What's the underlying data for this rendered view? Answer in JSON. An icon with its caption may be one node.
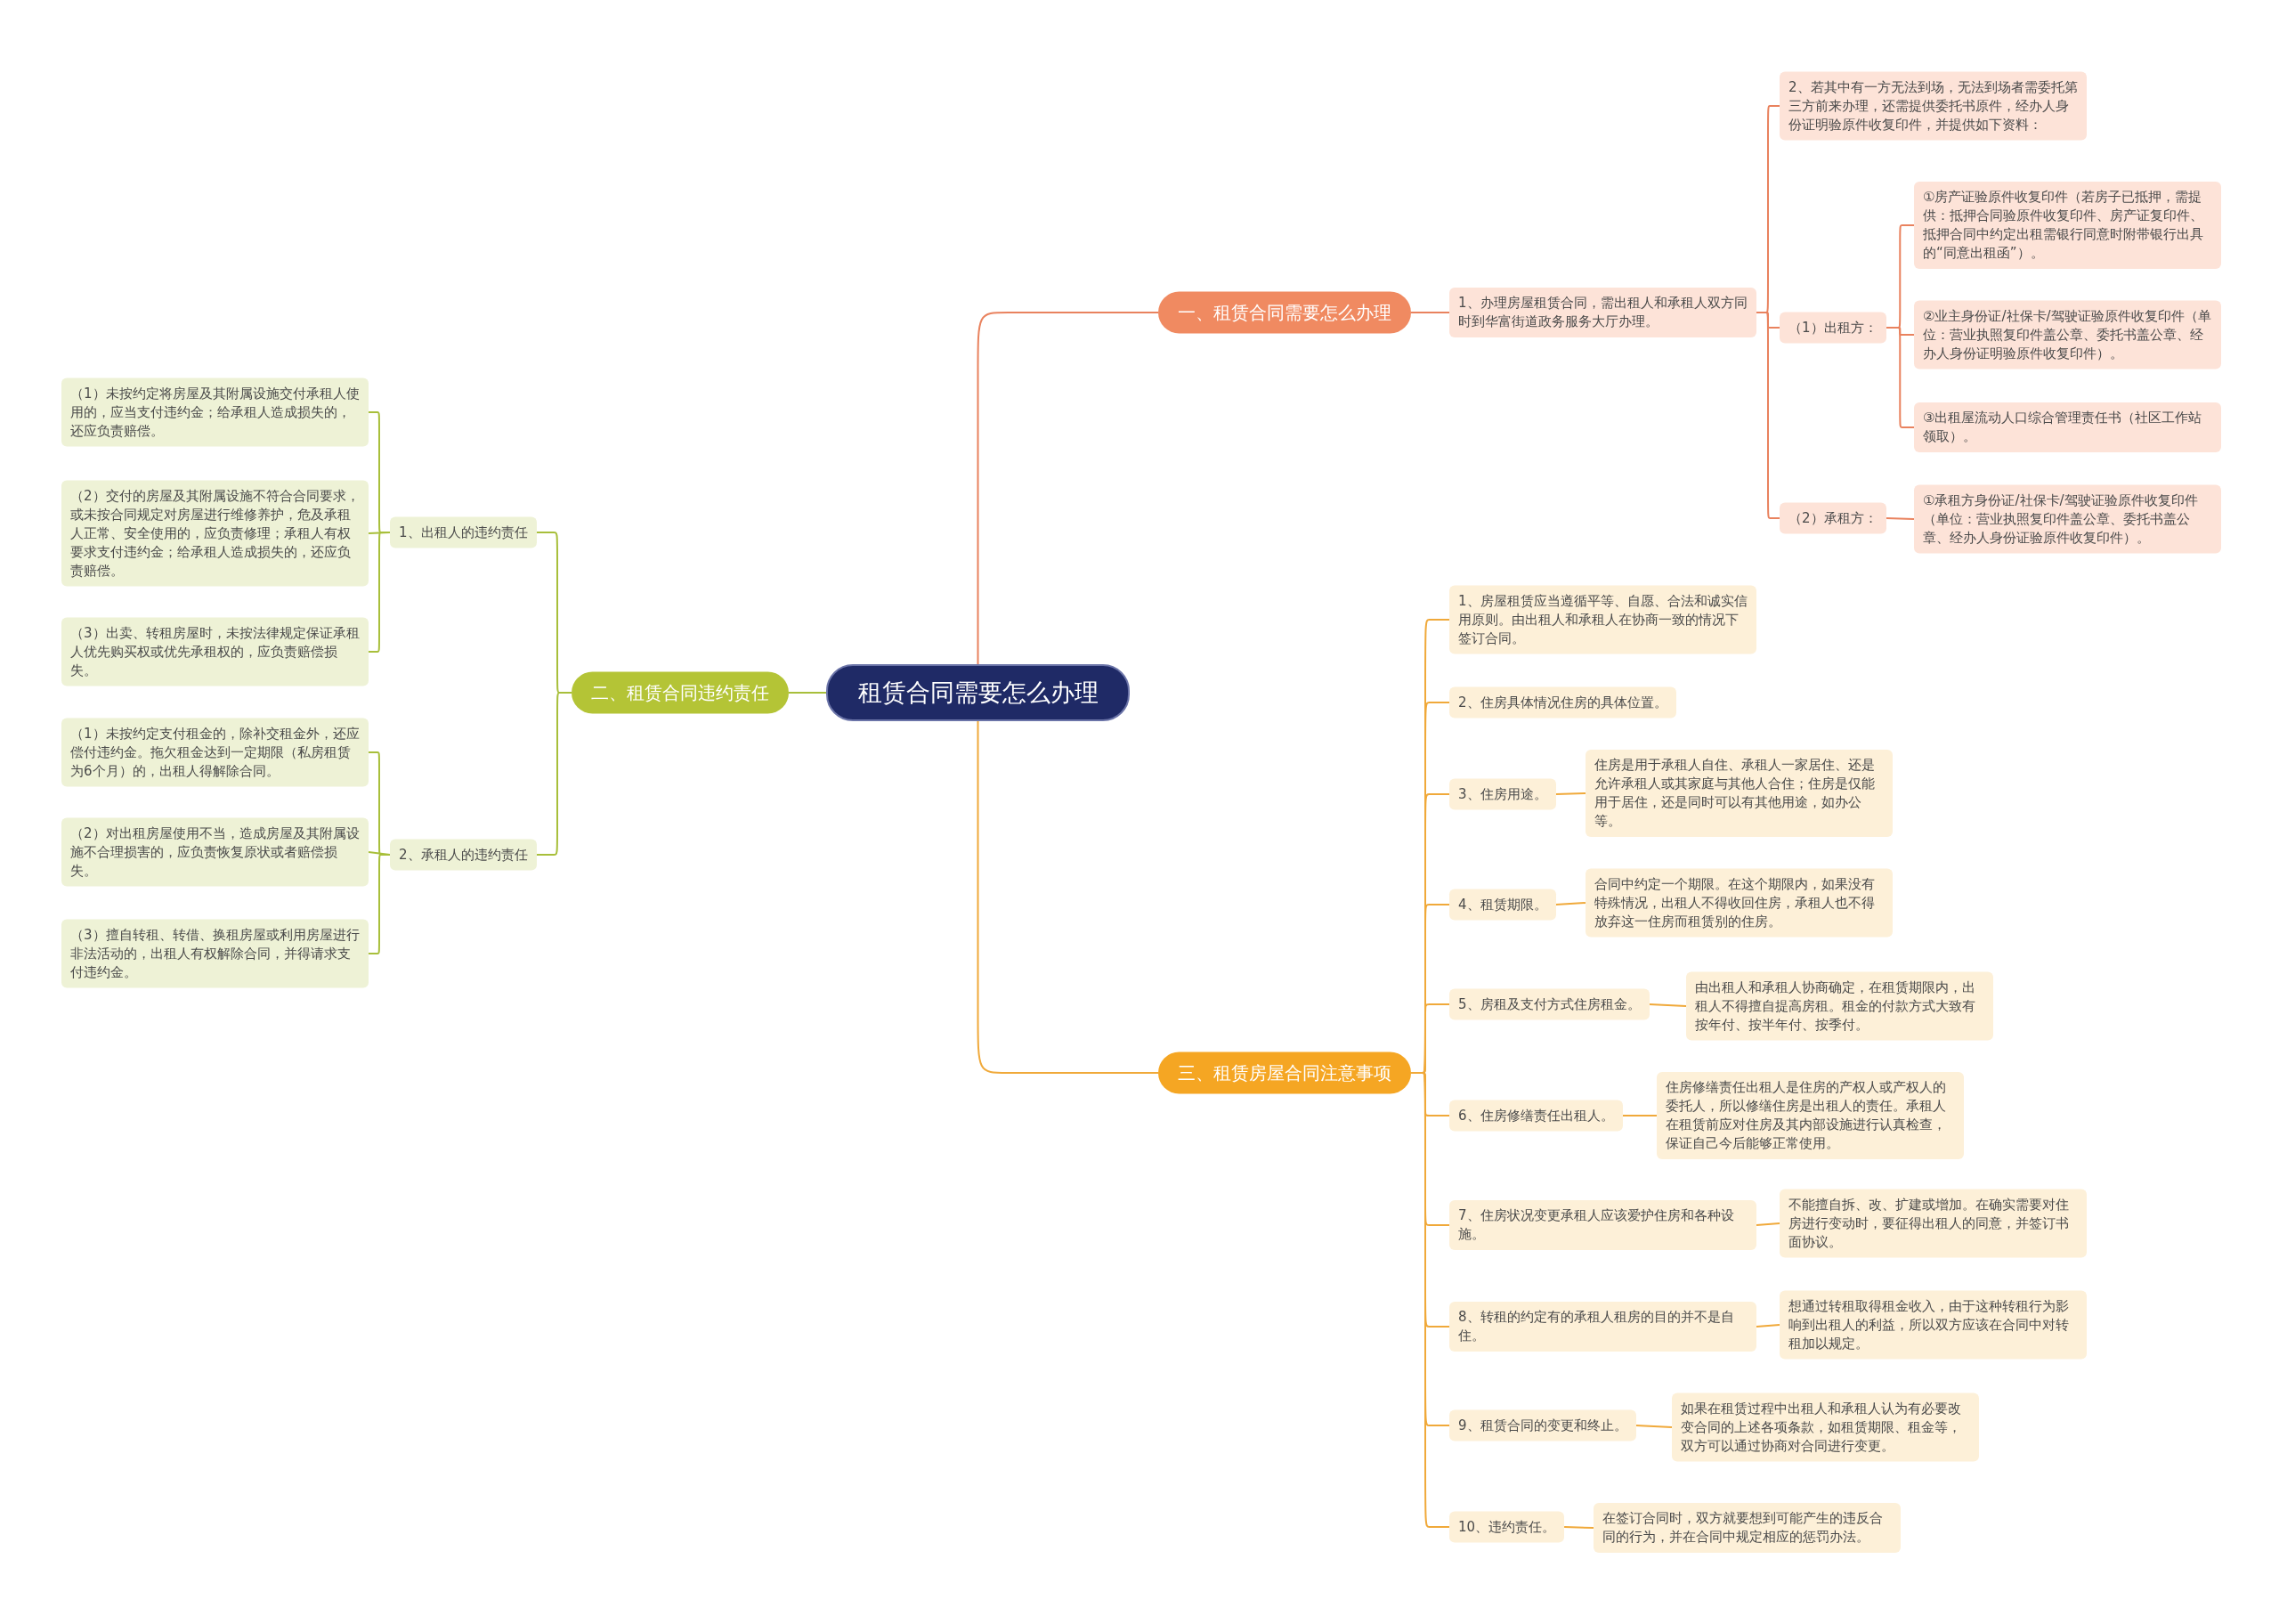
{
  "diagram": {
    "nodes": [
      {
        "text": [
          "租赁合同需要怎么办理"
        ]
      },
      {
        "text": [
          "一、租赁合同需要怎么办理"
        ]
      },
      {
        "text": [
          "1、办理房屋租赁合同，需出租人和承租人双方同时到华富街道政务服务大厅办理。"
        ]
      },
      {
        "text": [
          "2、若其中有一方无法到场，无法到场者需委托第三方前来办理，还需提供委托书原件，经办人身份证明验原件收复印件，并提供如下资料："
        ]
      },
      {
        "text": [
          "（1）出租方："
        ]
      },
      {
        "text": [
          "①房产证验原件收复印件（若房子已抵押，需提供：抵押合同验原件收复印件、房产证复印件、抵押合同中约定出租需银行同意时附带银行出具的“同意出租函”）。"
        ]
      },
      {
        "text": [
          "②业主身份证/社保卡/驾驶证验原件收复印件（单位：营业执照复印件盖公章、委托书盖公章、经办人身份证明验原件收复印件）。"
        ]
      },
      {
        "text": [
          "③出租屋流动人口综合管理责任书（社区工作站领取）。"
        ]
      },
      {
        "text": [
          "（2）承租方："
        ]
      },
      {
        "text": [
          "①承租方身份证/社保卡/驾驶证验原件收复印件（单位：营业执照复印件盖公章、委托书盖公章、经办人身份证验原件收复印件）。"
        ]
      },
      {
        "text": [
          "二、租赁合同违约责任"
        ]
      },
      {
        "text": [
          "1、出租人的违约责任"
        ]
      },
      {
        "text": [
          "（1）未按约定将房屋及其附属设施交付承租人使用的，应当支付违约金；给承租人造成损失的，还应负责赔偿。"
        ]
      },
      {
        "text": [
          "（2）交付的房屋及其附属设施不符合合同要求，或未按合同规定对房屋进行维修养护，危及承租人正常、安全使用的，应负责修理；承租人有权要求支付违约金；给承租人造成损失的，还应负责赔偿。"
        ]
      },
      {
        "text": [
          "（3）出卖、转租房屋时，未按法律规定保证承租人优先购买权或优先承租权的，应负责赔偿损失。"
        ]
      },
      {
        "text": [
          "2、承租人的违约责任"
        ]
      },
      {
        "text": [
          "（1）未按约定支付租金的，除补交租金外，还应偿付违约金。拖欠租金达到一定期限（私房租赁为6个月）的，出租人得解除合同。"
        ]
      },
      {
        "text": [
          "（2）对出租房屋使用不当，造成房屋及其附属设施不合理损害的，应负责恢复原状或者赔偿损失。"
        ]
      },
      {
        "text": [
          "（3）擅自转租、转借、换租房屋或利用房屋进行非法活动的，出租人有权解除合同，并得请求支付违约金。"
        ]
      },
      {
        "text": [
          "三、租赁房屋合同注意事项"
        ]
      },
      {
        "text": [
          "1、房屋租赁应当遵循平等、自愿、合法和诚实信用原则。由出租人和承租人在协商一致的情况下签订合同。"
        ]
      },
      {
        "text": [
          "2、住房具体情况住房的具体位置。"
        ]
      },
      {
        "text": [
          "3、住房用途。"
        ]
      },
      {
        "text": [
          "住房是用于承租人自住、承租人一家居住、还是允许承租人或其家庭与其他人合住；住房是仅能用于居住，还是同时可以有其他用途，如办公等。"
        ]
      },
      {
        "text": [
          "4、租赁期限。"
        ]
      },
      {
        "text": [
          "合同中约定一个期限。在这个期限内，如果没有特殊情况，出租人不得收回住房，承租人也不得放弃这一住房而租赁别的住房。"
        ]
      },
      {
        "text": [
          "5、房租及支付方式住房租金。"
        ]
      },
      {
        "text": [
          "由出租人和承租人协商确定，在租赁期限内，出租人不得擅自提高房租。租金的付款方式大致有按年付、按半年付、按季付。"
        ]
      },
      {
        "text": [
          "6、住房修缮责任出租人。"
        ]
      },
      {
        "text": [
          "住房修缮责任出租人是住房的产权人或产权人的委托人，所以修缮住房是出租人的责任。承租人在租赁前应对住房及其内部设施进行认真检查，保证自己今后能够正常使用。"
        ]
      },
      {
        "text": [
          "7、住房状况变更承租人应该爱护住房和各种设施。"
        ]
      },
      {
        "text": [
          "不能擅自拆、改、扩建或增加。在确实需要对住房进行变动时，要征得出租人的同意，并签订书面协议。"
        ]
      },
      {
        "text": [
          "8、转租的约定有的承租人租房的目的并不是自住。"
        ]
      },
      {
        "text": [
          "想通过转租取得租金收入，由于这种转租行为影响到出租人的利益，所以双方应该在合同中对转租加以规定。"
        ]
      },
      {
        "text": [
          "9、租赁合同的变更和终止。"
        ]
      },
      {
        "text": [
          "如果在租赁过程中出租人和承租人认为有必要改变合同的上述各项条款，如租赁期限、租金等，双方可以通过协商对合同进行变更。"
        ]
      },
      {
        "text": [
          "10、违约责任。"
        ]
      },
      {
        "text": [
          "在签订合同时，双方就要想到可能产生的违反合同的行为，并在合同中规定相应的惩罚办法。"
        ]
      }
    ],
    "edges": [
      {
        "from": 0,
        "to": 1,
        "arrow": "none",
        "color": "#e9825e"
      },
      {
        "from": 1,
        "to": 2,
        "arrow": "none",
        "color": "#e9825e"
      },
      {
        "from": 2,
        "to": 3,
        "arrow": "none",
        "color": "#e9825e"
      },
      {
        "from": 2,
        "to": 4,
        "arrow": "none",
        "color": "#e9825e"
      },
      {
        "from": 4,
        "to": 5,
        "arrow": "none",
        "color": "#e9825e"
      },
      {
        "from": 4,
        "to": 6,
        "arrow": "none",
        "color": "#e9825e"
      },
      {
        "from": 4,
        "to": 7,
        "arrow": "none",
        "color": "#e9825e"
      },
      {
        "from": 2,
        "to": 8,
        "arrow": "none",
        "color": "#e9825e"
      },
      {
        "from": 8,
        "to": 9,
        "arrow": "none",
        "color": "#e9825e"
      },
      {
        "from": 0,
        "to": 10,
        "arrow": "none",
        "color": "#a8bf3b"
      },
      {
        "from": 10,
        "to": 11,
        "arrow": "none",
        "color": "#a8bf3b"
      },
      {
        "from": 11,
        "to": 12,
        "arrow": "none",
        "color": "#a8bf3b"
      },
      {
        "from": 11,
        "to": 13,
        "arrow": "none",
        "color": "#a8bf3b"
      },
      {
        "from": 11,
        "to": 14,
        "arrow": "none",
        "color": "#a8bf3b"
      },
      {
        "from": 10,
        "to": 15,
        "arrow": "none",
        "color": "#a8bf3b"
      },
      {
        "from": 15,
        "to": 16,
        "arrow": "none",
        "color": "#a8bf3b"
      },
      {
        "from": 15,
        "to": 17,
        "arrow": "none",
        "color": "#a8bf3b"
      },
      {
        "from": 15,
        "to": 18,
        "arrow": "none",
        "color": "#a8bf3b"
      },
      {
        "from": 0,
        "to": 19,
        "arrow": "none"
      },
      {
        "from": 19,
        "to": 20,
        "arrow": "none"
      },
      {
        "from": 19,
        "to": 21,
        "arrow": "none"
      },
      {
        "from": 19,
        "to": 22,
        "arrow": "none"
      },
      {
        "from": 22,
        "to": 23,
        "arrow": "none"
      },
      {
        "from": 19,
        "to": 24,
        "arrow": "none"
      },
      {
        "from": 24,
        "to": 25,
        "arrow": "none"
      },
      {
        "from": 19,
        "to": 26,
        "arrow": "none"
      },
      {
        "from": 26,
        "to": 27,
        "arrow": "none"
      },
      {
        "from": 19,
        "to": 28,
        "arrow": "none"
      },
      {
        "from": 28,
        "to": 29,
        "arrow": "none"
      },
      {
        "from": 19,
        "to": 30,
        "arrow": "none"
      },
      {
        "from": 30,
        "to": 31,
        "arrow": "none"
      },
      {
        "from": 19,
        "to": 32,
        "arrow": "none"
      },
      {
        "from": 32,
        "to": 33,
        "arrow": "none"
      },
      {
        "from": 19,
        "to": 34,
        "arrow": "none"
      },
      {
        "from": 34,
        "to": 35,
        "arrow": "none"
      },
      {
        "from": 19,
        "to": 36,
        "arrow": "none"
      },
      {
        "from": 36,
        "to": 37,
        "arrow": "none"
      }
    ]
  }
}
